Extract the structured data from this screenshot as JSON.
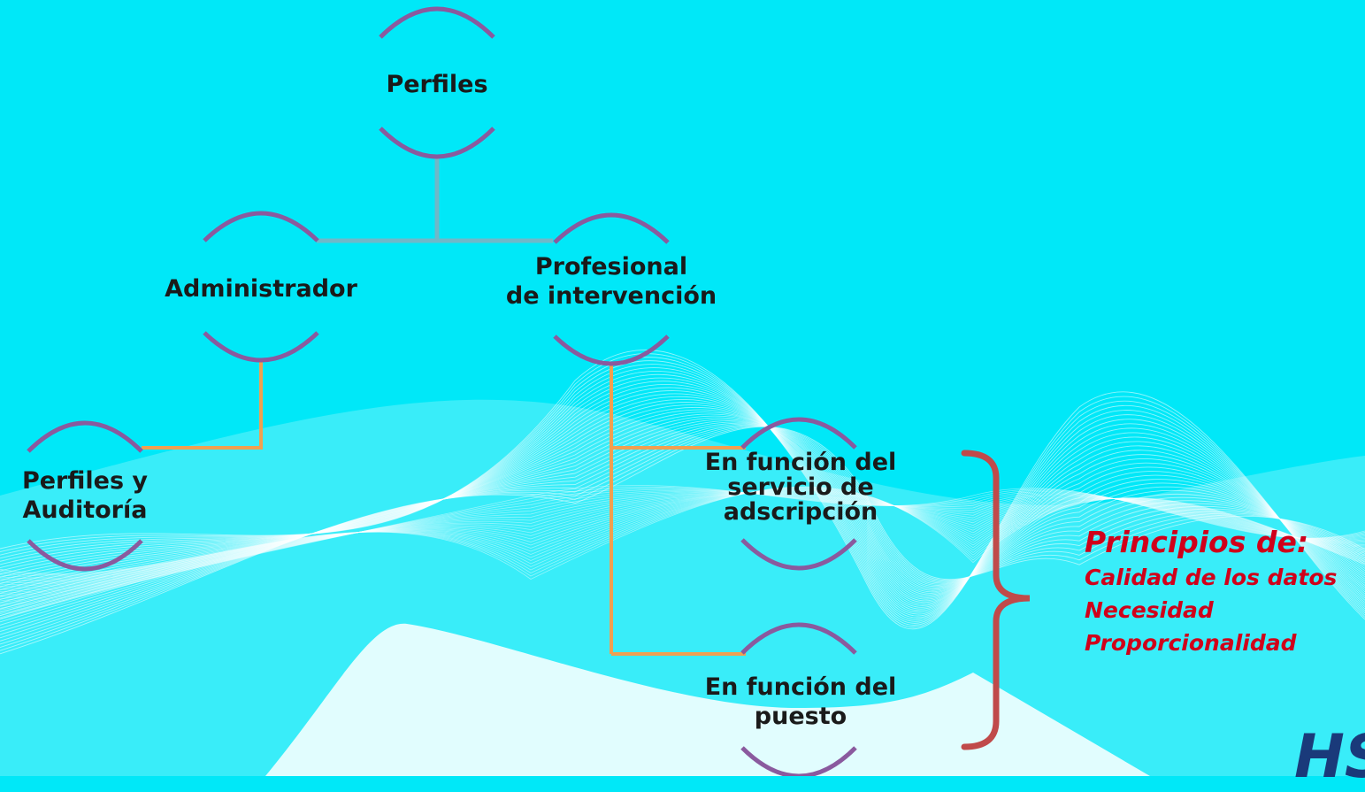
{
  "colors": {
    "background": "#00e8f8",
    "node_arc": "#8a5a9e",
    "connector_top": "#6fb8c8",
    "connector_orange": "#f0a050",
    "brace": "#c04a4a",
    "principles_text": "#d0001a",
    "logo": "#1a3a7a"
  },
  "diagram": {
    "root": {
      "label": "Perfiles"
    },
    "admin": {
      "label": "Administrador"
    },
    "profesional": {
      "line1": "Profesional",
      "line2": "de intervención"
    },
    "auditoria": {
      "line1": "Perfiles y",
      "line2": "Auditoría"
    },
    "servicio": {
      "line1": "En función del",
      "line2": "servicio de",
      "line3": "adscripción"
    },
    "puesto": {
      "line1": "En función del",
      "line2": "puesto"
    }
  },
  "principles": {
    "title": "Principios de:",
    "items": [
      "Calidad de los datos",
      "Necesidad",
      "Proporcionalidad"
    ]
  },
  "logo": {
    "text": "HS"
  }
}
